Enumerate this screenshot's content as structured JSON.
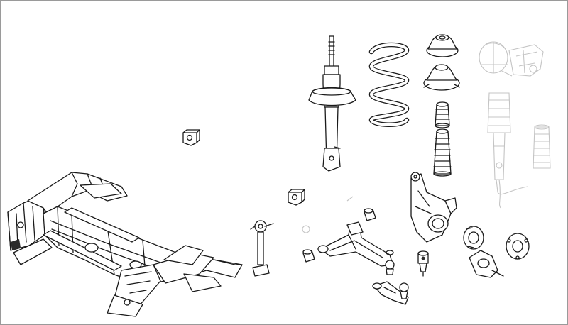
{
  "diagram": {
    "view": "exploded-front-suspension",
    "colors": {
      "ink": "#1a1a1a",
      "ghost": "#c4c4c4",
      "frame": "#9a9a9a",
      "background": "#ffffff"
    },
    "parts": [
      {
        "id": "subframe",
        "state": "active"
      },
      {
        "id": "stabilizer-bar",
        "state": "active"
      },
      {
        "id": "stabilizer-bushing",
        "state": "active",
        "count": 2
      },
      {
        "id": "stabilizer-link",
        "state": "active"
      },
      {
        "id": "shock-absorber-strut",
        "state": "active"
      },
      {
        "id": "coil-spring",
        "state": "active"
      },
      {
        "id": "strut-top-mount",
        "state": "active"
      },
      {
        "id": "strut-bearing",
        "state": "active"
      },
      {
        "id": "bump-stop",
        "state": "active"
      },
      {
        "id": "dust-boot",
        "state": "active"
      },
      {
        "id": "air-suspension-module",
        "state": "ghosted"
      },
      {
        "id": "air-strut",
        "state": "ghosted"
      },
      {
        "id": "gaiter",
        "state": "ghosted"
      },
      {
        "id": "tie-rod",
        "state": "ghosted"
      },
      {
        "id": "control-arm",
        "state": "active"
      },
      {
        "id": "control-arm-bushing",
        "state": "active",
        "count": 2
      },
      {
        "id": "ball-joint",
        "state": "active"
      },
      {
        "id": "steering-knuckle",
        "state": "active"
      },
      {
        "id": "wheel-bearing",
        "state": "active"
      },
      {
        "id": "wheel-hub",
        "state": "active"
      },
      {
        "id": "rear-lower-arm",
        "state": "active"
      }
    ]
  }
}
